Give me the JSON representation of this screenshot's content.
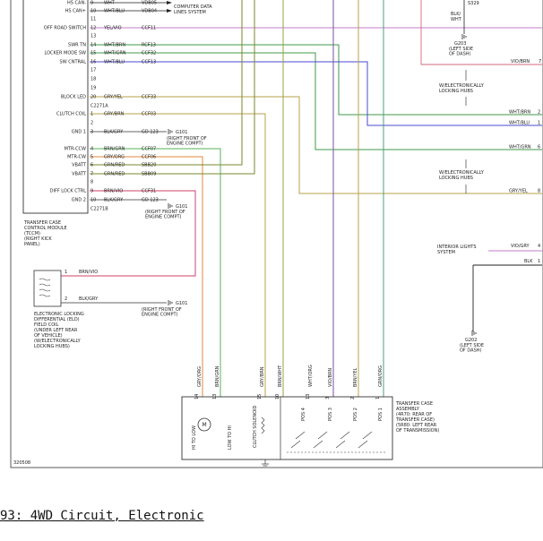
{
  "caption": "93: 4WD Circuit, Electronic",
  "figure_id": "320508",
  "tccm": {
    "pins": [
      {
        "label": "HS CAN-",
        "num": "9",
        "wire": "WHT",
        "circuit": "VDB05",
        "color": "#5a5a5a"
      },
      {
        "label": "HS CAN+",
        "num": "10",
        "wire": "WHT/BLU",
        "circuit": "VDB04",
        "color": "#5a5a5a"
      },
      {
        "label": "",
        "num": "11",
        "wire": "",
        "circuit": "",
        "color": ""
      },
      {
        "label": "OFF ROAD SWITCH",
        "num": "12",
        "wire": "YEL/VIO",
        "circuit": "CCF11",
        "color": "#c07ec8"
      },
      {
        "label": "",
        "num": "13",
        "wire": "",
        "circuit": "",
        "color": ""
      },
      {
        "label": "SWR TN",
        "num": "14",
        "wire": "WHT/BRN",
        "circuit": "RCF13",
        "color": "#3f9a48"
      },
      {
        "label": "LOCKER MODE SW",
        "num": "15",
        "wire": "WHT/GRN",
        "circuit": "CCF32",
        "color": "#3f9a48"
      },
      {
        "label": "SW CNTRAL",
        "num": "16",
        "wire": "WHT/BLU",
        "circuit": "CCF13",
        "color": "#4a4ad0"
      },
      {
        "label": "",
        "num": "17",
        "wire": "",
        "circuit": "",
        "color": ""
      },
      {
        "label": "",
        "num": "18",
        "wire": "",
        "circuit": "",
        "color": ""
      },
      {
        "label": "",
        "num": "19",
        "wire": "",
        "circuit": "",
        "color": ""
      },
      {
        "label": "BLOCK LED",
        "num": "20",
        "wire": "GRY/YEL",
        "circuit": "CCF33",
        "color": "#b9a24a"
      },
      {
        "label": "",
        "num": "C2271A",
        "wire": "",
        "circuit": "",
        "color": ""
      },
      {
        "label": "CLUTCH COIL",
        "num": "1",
        "wire": "GRY/BRN",
        "circuit": "CCF03",
        "color": "#b9a24a"
      },
      {
        "label": "",
        "num": "2",
        "wire": "",
        "circuit": "",
        "color": ""
      },
      {
        "label": "GND 1",
        "num": "3",
        "wire": "BLK/GRY",
        "circuit": "GD 123",
        "color": "#333333"
      },
      {
        "label": "MTR-CCW",
        "num": "4",
        "wire": "BRN/GRN",
        "circuit": "CCF07",
        "color": "#5ab05a"
      },
      {
        "label": "MTR-CW",
        "num": "5",
        "wire": "GRY/ORG",
        "circuit": "CCF06",
        "color": "#e08a3a"
      },
      {
        "label": "VBATT",
        "num": "6",
        "wire": "GRN/RED",
        "circuit": "SBB20",
        "color": "#6aa84f"
      },
      {
        "label": "VBATT",
        "num": "7",
        "wire": "GRN/RED",
        "circuit": "SBB09",
        "color": "#6aa84f"
      },
      {
        "label": "",
        "num": "8",
        "wire": "",
        "circuit": "",
        "color": ""
      },
      {
        "label": "DIFF LOCK CTRL",
        "num": "9",
        "wire": "BRN/VIO",
        "circuit": "CCF31",
        "color": "#d0406a"
      },
      {
        "label": "GND 2",
        "num": "10",
        "wire": "BLK/GRY",
        "circuit": "GD 123",
        "color": "#333333"
      },
      {
        "label": "",
        "num": "C2271B",
        "wire": "",
        "circuit": "",
        "color": ""
      }
    ],
    "module_note": [
      "TRANSFER CASE",
      "CONTROL MODULE",
      "(TCCM)",
      "(RIGHT KICK",
      "PANEL)"
    ]
  },
  "computer_bus": [
    "COMPUTER DATA",
    "LINES SYSTEM"
  ],
  "ground_g101": {
    "id": "G101",
    "note": [
      "(RIGHT FRONT OF",
      "ENGINE COMPT)"
    ]
  },
  "ground_g101b": {
    "id": "G101",
    "note": [
      "(RIGHT FRONT OF",
      "ENGINE COMPT)"
    ]
  },
  "ground_g101c": {
    "id": "G101",
    "note": [
      "(RIGHT FRONT OF",
      "ENGINE COMPT)"
    ]
  },
  "eld": {
    "pins": [
      {
        "num": "1",
        "wire": "BRN/VIO"
      },
      {
        "num": "2",
        "wire": "BLK/GRY"
      }
    ],
    "note": [
      "ELECTRONIC LOCKING",
      "DIFFERENTIAL (ELD)",
      "FIELD COIL",
      "(UNDER LEFT REAR",
      "OF VEHICLE)",
      "(W/ELECTRONICALLY",
      "LOCKING HUBS)"
    ]
  },
  "top_right": {
    "splice": "S329",
    "wire": [
      "BLK/",
      "WHT"
    ],
    "ground": "G203",
    "ground_note": [
      "(LEFT SIDE",
      "OF DASH)"
    ],
    "vio_wire": "VIO/BRN",
    "vio_pin": "7"
  },
  "right_side": {
    "hubs_note": [
      "W/ELECTRONICALLY",
      "LOCKING HUBS"
    ],
    "hubs_note2": [
      "W/ELECTRONICALLY",
      "LOCKING HUBS"
    ],
    "wires": [
      {
        "label": "WHT/BRN",
        "pin": "2"
      },
      {
        "label": "WHT/BLU",
        "pin": "1"
      },
      {
        "label": "WHT/GRN",
        "pin": "6"
      },
      {
        "label": "GRY/YEL",
        "pin": "8"
      }
    ],
    "interior": {
      "text": [
        "INTERIOR LIGHTS",
        "SYSTEM"
      ],
      "wire": "VIO/GRY",
      "pin": "4"
    },
    "blk": {
      "label": "BLK",
      "pin": "1"
    },
    "g202": {
      "id": "G202",
      "note": [
        "(LEFT SIDE",
        "OF DASH)"
      ]
    }
  },
  "transfer_case": {
    "wires": [
      {
        "label": "GRY/ORG",
        "pin": "14"
      },
      {
        "label": "BRN/GRN",
        "pin": "13"
      },
      {
        "label": "GRY/BRN",
        "pin": "15"
      },
      {
        "label": "BRN/WHT",
        "pin": "10"
      },
      {
        "label": "WHT/ORG",
        "pin": "13"
      },
      {
        "label": "VIO/BRN",
        "pin": "3"
      },
      {
        "label": "BRN/YEL",
        "pin": "2"
      },
      {
        "label": "GRN/ORG",
        "pin": "1"
      }
    ],
    "internal": [
      "HI TO LOW",
      "LOW TO HI",
      "CLUTCH SOLENOID"
    ],
    "positions": [
      "POS 4",
      "POS 3",
      "POS 2",
      "POS 1"
    ],
    "note": [
      "TRANSFER CASE",
      "ASSEMBLY",
      "(4R70: REAR OF",
      "TRANSFER CASE)",
      "(5R80: LEFT REAR",
      "OF TRANSMISSION)"
    ]
  }
}
